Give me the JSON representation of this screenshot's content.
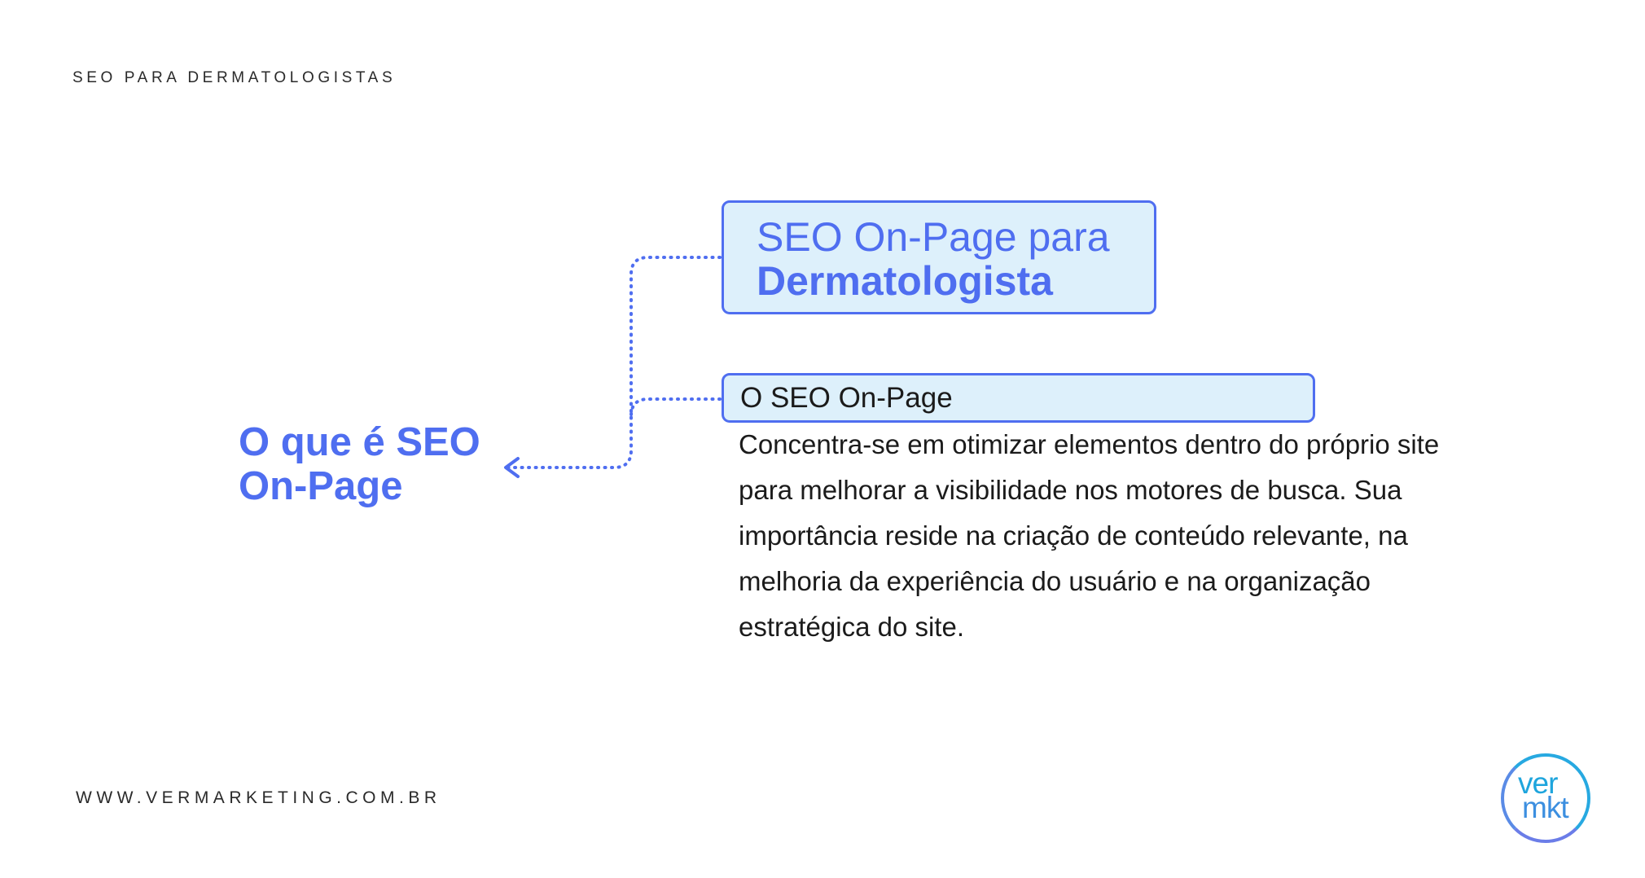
{
  "header": {
    "label": "SEO PARA DERMATOLOGISTAS"
  },
  "main_topic": {
    "line1": "O que é SEO",
    "line2": "On-Page"
  },
  "title_box": {
    "line1": "SEO On-Page para",
    "line2": "Dermatologista"
  },
  "sub_box": {
    "label": "O SEO On-Page",
    "description": "Concentra-se em otimizar elementos dentro do próprio site para melhorar a visibilidade nos motores de busca. Sua importância reside na criação de conteúdo relevante, na melhoria da experiência do usuário e na organização estratégica do site."
  },
  "footer": {
    "url": "WWW.VERMARKETING.COM.BR"
  },
  "logo": {
    "line1": "ver",
    "line2": "mkt"
  },
  "colors": {
    "accent": "#4f6ef0",
    "box_fill": "#ddf0fb",
    "text": "#1b1b1b",
    "logo_cyan": "#27a9e1"
  }
}
